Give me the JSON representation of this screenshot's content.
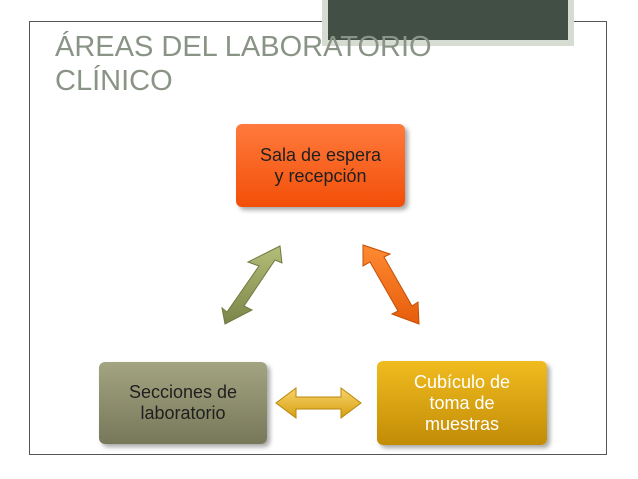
{
  "title": {
    "line1": "ÁREAS DEL LABORATORIO",
    "line2": "CLÍNICO"
  },
  "nodes": {
    "top": "Sala de espera\ny recepción",
    "right": "Cubículo de\ntoma de\nmuestras",
    "left": "Secciones de\nlaboratorio"
  },
  "colors": {
    "title": "#8a9486",
    "top_node": "#f4560e",
    "right_node": "#dba313",
    "left_node": "#8c8d6c",
    "arrow_left": "#8f9a5a",
    "arrow_right": "#f26d15",
    "arrow_bottom": "#e7b226"
  }
}
